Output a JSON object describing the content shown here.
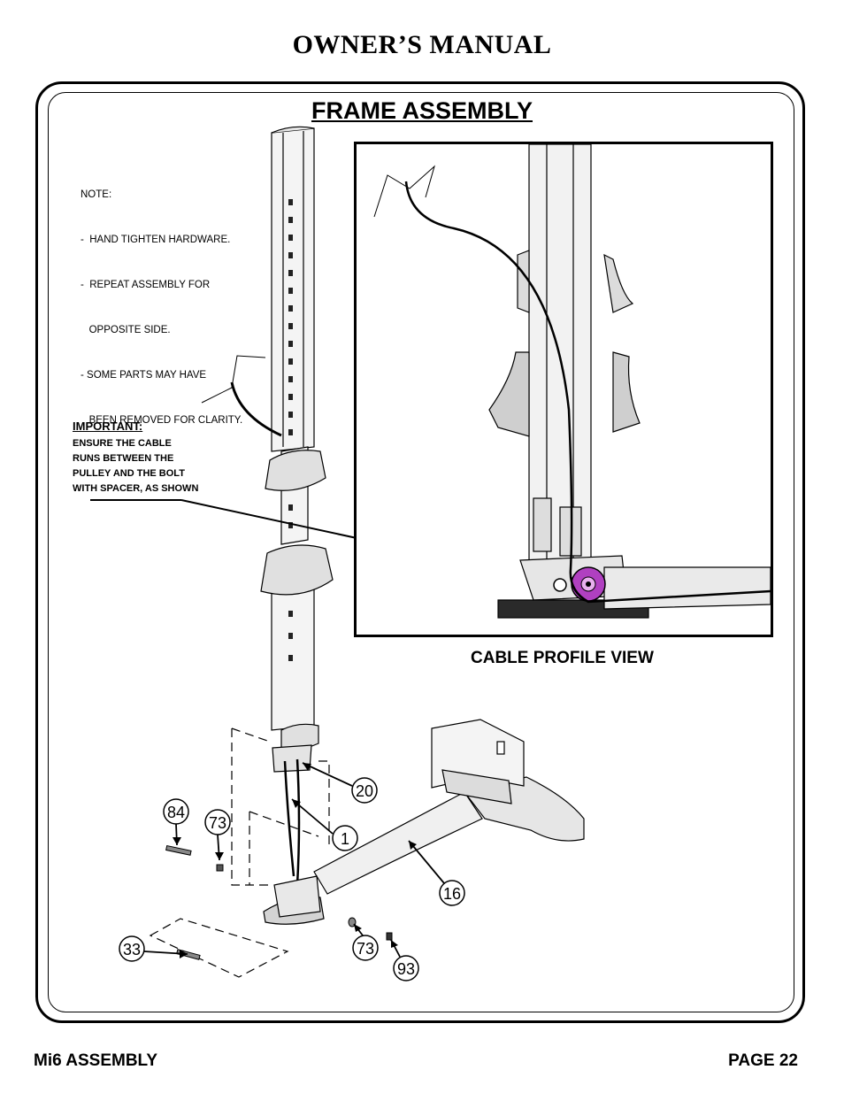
{
  "header": {
    "title": "OWNER’S MANUAL"
  },
  "section": {
    "title": "FRAME ASSEMBLY"
  },
  "note": {
    "lines": [
      "NOTE:",
      "-  HAND TIGHTEN HARDWARE.",
      "-  REPEAT ASSEMBLY FOR",
      "   OPPOSITE SIDE.",
      "- SOME PARTS MAY HAVE",
      "   BEEN REMOVED FOR CLARITY."
    ]
  },
  "important": {
    "title": "IMPORTANT:",
    "lines": [
      "ENSURE THE CABLE",
      "RUNS BETWEEN THE",
      "PULLEY AND THE BOLT",
      "WITH SPACER, AS SHOWN"
    ]
  },
  "detail": {
    "caption": "CABLE PROFILE VIEW"
  },
  "callouts": {
    "c20": "20",
    "c84": "84",
    "c73a": "73",
    "c1": "1",
    "c16": "16",
    "c33": "33",
    "c73b": "73",
    "c93": "93"
  },
  "footer": {
    "left": "Mi6 ASSEMBLY",
    "right": "PAGE 22"
  },
  "colors": {
    "pulley": "#b040c0",
    "line": "#000000",
    "part": "#d8d8d8"
  }
}
